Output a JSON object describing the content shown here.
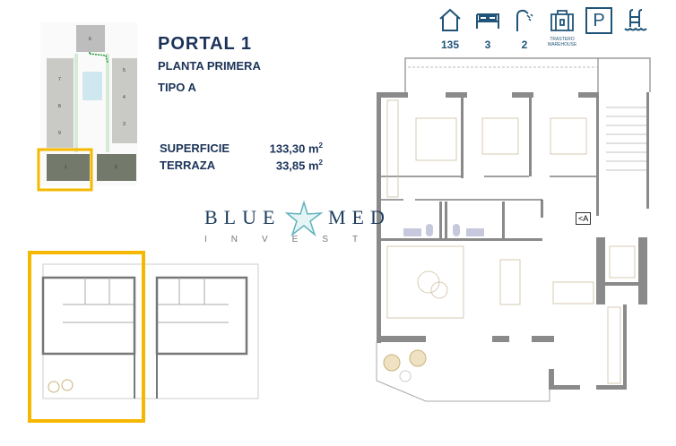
{
  "header": {
    "title": "PORTAL 1",
    "floor": "PLANTA PRIMERA",
    "type": "TIPO A"
  },
  "areas": [
    {
      "label": "SUPERFICIE",
      "value": "133,30 m",
      "unit_sup": "2"
    },
    {
      "label": "TERRAZA",
      "value": "33,85 m",
      "unit_sup": "2"
    }
  ],
  "features": [
    {
      "icon": "house-icon",
      "value": "135"
    },
    {
      "icon": "bed-icon",
      "value": "3"
    },
    {
      "icon": "shower-icon",
      "value": "2"
    },
    {
      "icon": "storage-icon",
      "value": "TRASTERO",
      "sub": "WAREHOUSE"
    },
    {
      "icon": "parking-icon",
      "value": "P"
    },
    {
      "icon": "pool-icon",
      "value": ""
    }
  ],
  "logo": {
    "main": "BLUE MED",
    "sub": "INVEST"
  },
  "plan": {
    "section_label": "<A"
  },
  "site_plan": {
    "unit_numbers": [
      "6",
      "7",
      "5",
      "8",
      "4",
      "9",
      "3",
      "1",
      "2"
    ]
  },
  "colors": {
    "highlight": "#f5b800",
    "text": "#1b3358",
    "icons": "#1f5478",
    "walls": "#7a7a7a"
  }
}
